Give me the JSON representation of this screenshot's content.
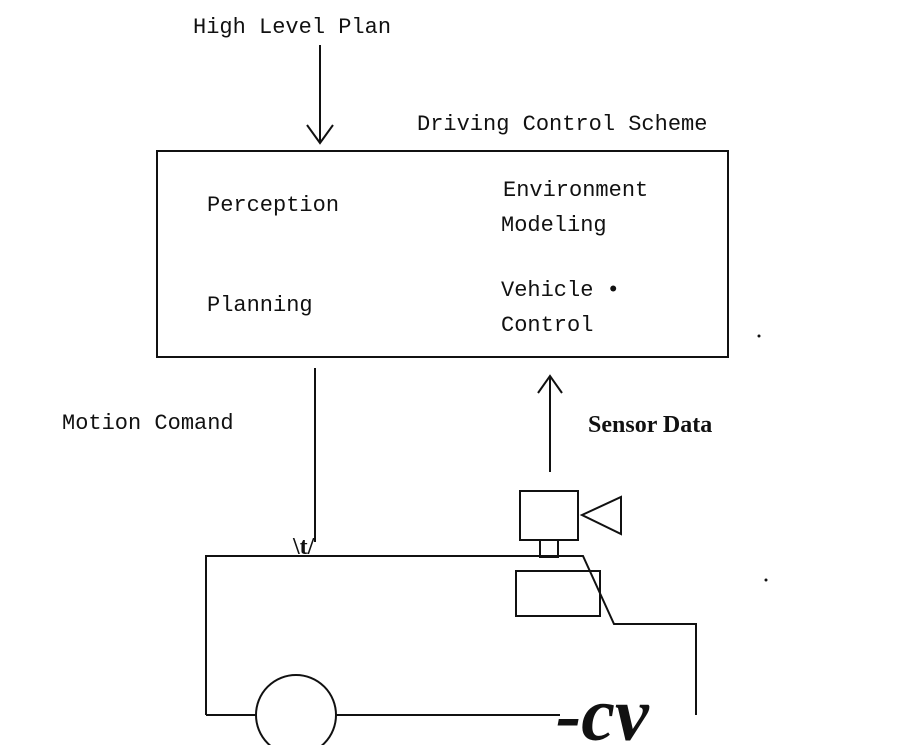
{
  "diagram": {
    "input_label": "High Level Plan",
    "box_title": "Driving Control Scheme",
    "modules": {
      "perception": "Perception",
      "environment_line1": "Environment",
      "environment_line2": "Modeling",
      "planning": "Planning",
      "vehicle_line1": "Vehicle •",
      "vehicle_line2": "Control"
    },
    "motion_label": "Motion Comand",
    "sensor_label": "Sensor Data",
    "arrow_mark": "\\t/",
    "scribble": "-cv"
  }
}
